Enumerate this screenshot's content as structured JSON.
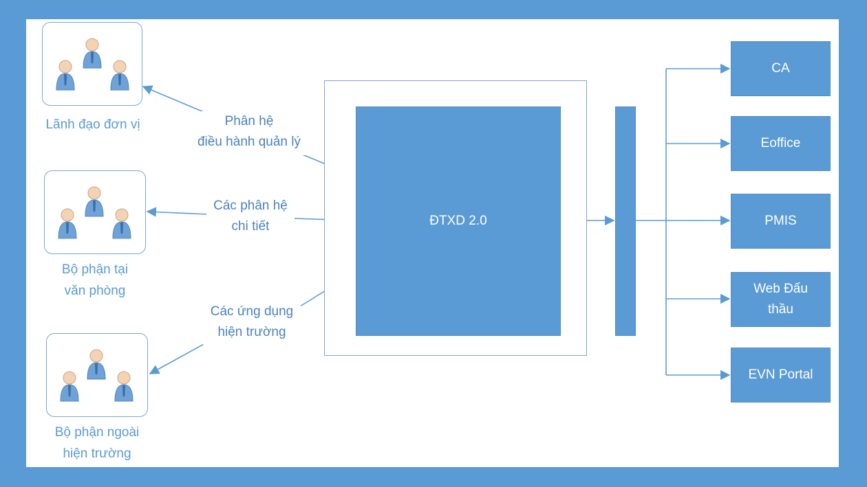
{
  "actors": {
    "leaders": {
      "caption": "Lãnh đạo đơn vị",
      "icon": "users-group-icon"
    },
    "office": {
      "caption": "Bộ phận tại\nvăn phòng",
      "icon": "users-group-icon"
    },
    "field": {
      "caption": "Bộ phận ngoài\nhiện trường",
      "icon": "users-group-icon"
    }
  },
  "connectors": {
    "management": "Phân hệ\nđiều hành quản lý",
    "detail": "Các phân hệ\nchi tiết",
    "field_apps": "Các ứng dụng\nhiện trường"
  },
  "core": {
    "label": "ĐTXD 2.0"
  },
  "systems": [
    "CA",
    "Eoffice",
    "PMIS",
    "Web Đấu\nthầu",
    "EVN Portal"
  ],
  "colors": {
    "background": "#5b9bd5",
    "box_fill": "#5b9bd5",
    "line": "#5b9bd5",
    "label_text": "#4a82c0"
  }
}
